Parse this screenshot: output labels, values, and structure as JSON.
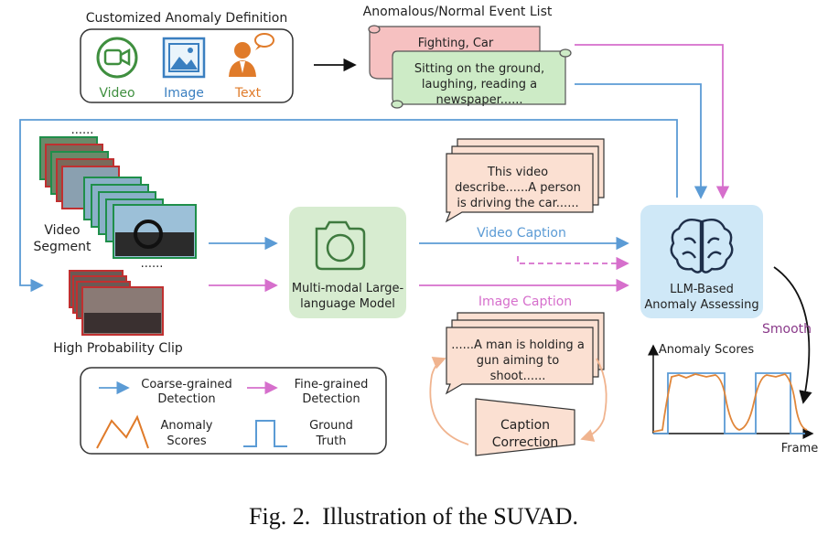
{
  "definition": {
    "title": "Customized Anomaly Definition",
    "video_label": "Video",
    "image_label": "Image",
    "text_label": "Text"
  },
  "event_list": {
    "title": "Anomalous/Normal Event List",
    "anomalous": "Fighting, Car",
    "normal_lines": [
      "Sitting on the ground,",
      "laughing, reading a",
      "newspaper......"
    ]
  },
  "inputs": {
    "top_dots": "......",
    "video_segment_lines": [
      "Video",
      "Segment"
    ],
    "mid_dots": "......",
    "high_prob_clip": "High Probability Clip"
  },
  "mllm": {
    "lines": [
      "Multi-modal Large-",
      "language Model"
    ]
  },
  "video_caption": {
    "label": "Video Caption",
    "text_lines": [
      "This video",
      "describe......A person",
      "is driving the car......"
    ]
  },
  "image_caption": {
    "label": "Image Caption",
    "text_lines": [
      "......A man is holding a",
      "gun aiming to",
      "shoot......"
    ]
  },
  "caption_correction": {
    "lines": [
      "Caption",
      "Correction"
    ]
  },
  "llm": {
    "lines": [
      "LLM-Based",
      "Anomaly Assessing"
    ]
  },
  "smooth_label": "Smooth",
  "plot": {
    "ylabel": "Anomaly Scores",
    "xlabel": "Frame"
  },
  "legend": {
    "coarse": [
      "Coarse-grained",
      "Detection"
    ],
    "fine": [
      "Fine-grained",
      "Detection"
    ],
    "scores": [
      "Anomaly",
      "Scores"
    ],
    "truth": [
      "Ground",
      "Truth"
    ]
  },
  "figure_caption": "Fig. 2.  Illustration of the SUVAD.",
  "colors": {
    "coarse_blue": "#5b9bd5",
    "fine_pink": "#d66fcc",
    "green": "#3f8f3f",
    "orange": "#e07b2a",
    "image_blue": "#3a7fc0",
    "mllm_green": "#d7ecd0",
    "llm_blue": "#cfe8f7",
    "caption_peach": "#fbe0d2",
    "anomalous_red": "#f6c1c1",
    "normal_green": "#cdebc6"
  }
}
